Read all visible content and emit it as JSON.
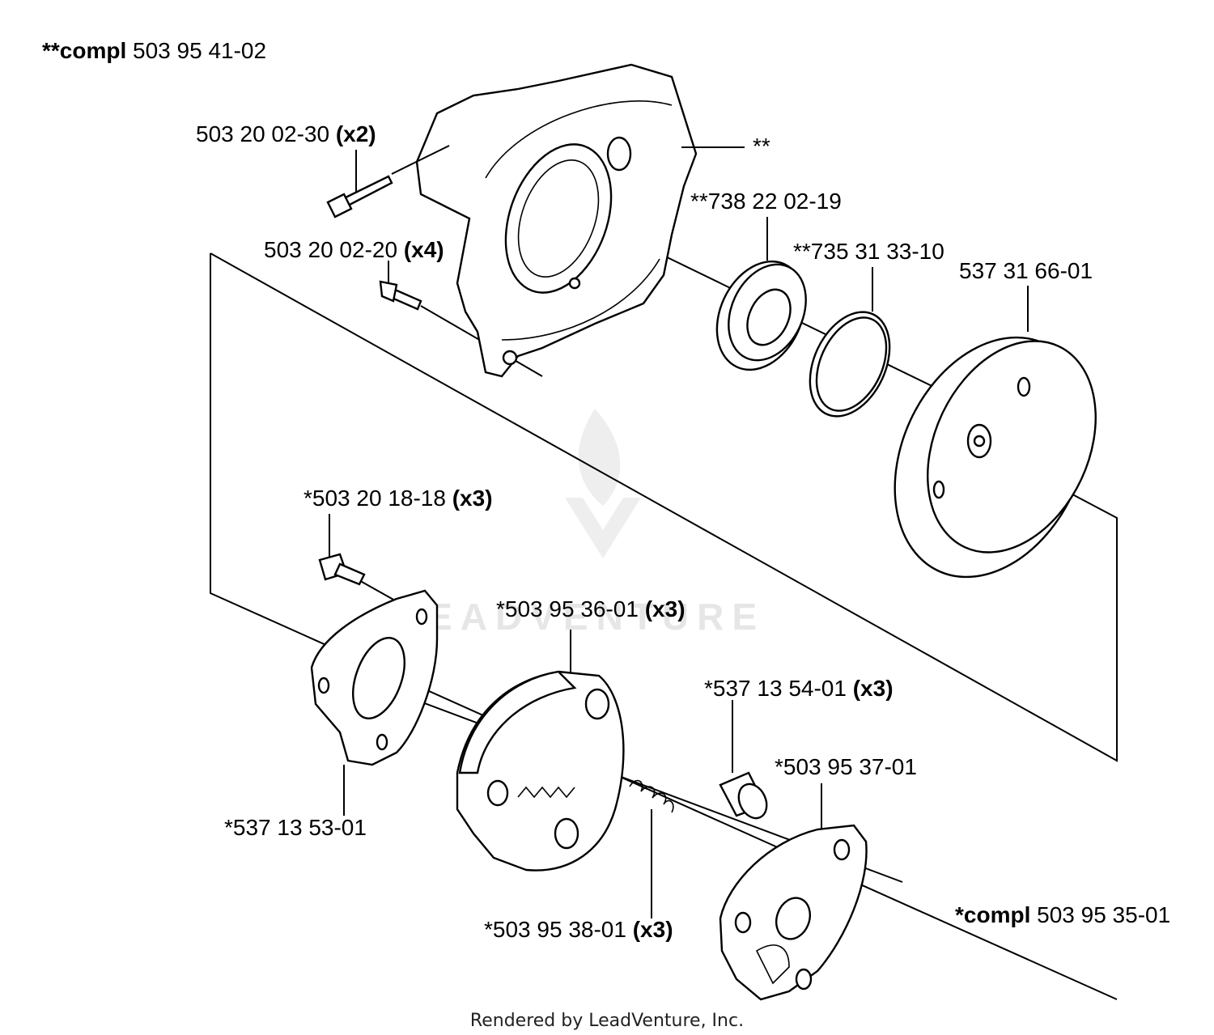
{
  "title": {
    "prefix": "**compl",
    "number": "503 95 41-02"
  },
  "labels": {
    "screw_a": {
      "part": "503 20 02-30",
      "qty": "(x2)"
    },
    "screw_b": {
      "part": "503 20 02-20",
      "qty": "(x4)"
    },
    "housing_mark": "**",
    "bearing": "**738 22 02-19",
    "circlip": "**735 31 33-10",
    "drum": "537 31 66-01",
    "bolt": {
      "part": "*503 20 18-18",
      "qty": "(x3)"
    },
    "shoe": {
      "part": "*503 95 36-01",
      "qty": "(x3)"
    },
    "plate": "*537 13 53-01",
    "bushing": {
      "part": "*537 13 54-01",
      "qty": "(x3)"
    },
    "hub": "*503 95 37-01",
    "spring": {
      "part": "*503 95 38-01",
      "qty": "(x3)"
    }
  },
  "compl_clutch": {
    "prefix": "*compl",
    "number": "503 95 35-01"
  },
  "watermark": "LEADVENTURE",
  "footer": "Rendered by LeadVenture, Inc."
}
